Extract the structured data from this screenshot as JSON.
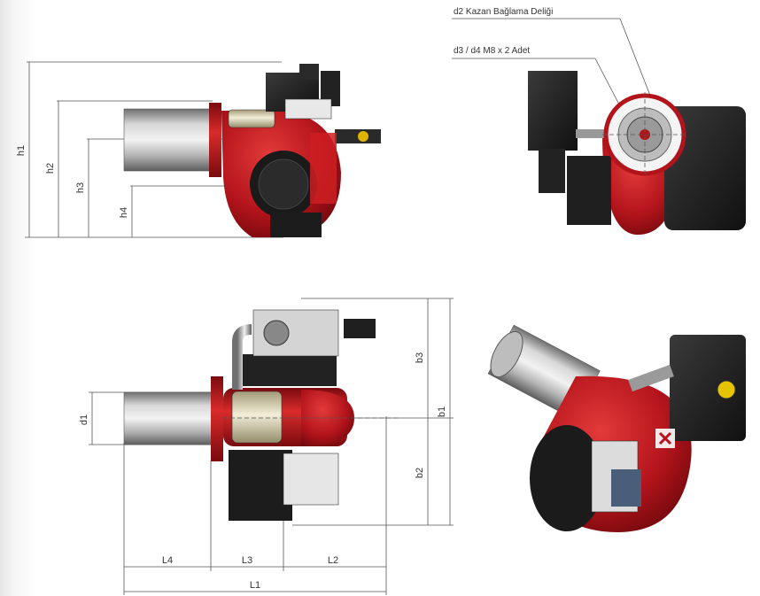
{
  "labels": {
    "h1": "h1",
    "h2": "h2",
    "h3": "h3",
    "h4": "h4",
    "d1": "d1",
    "b1": "b1",
    "b2": "b2",
    "b3": "b3",
    "L1": "L1",
    "L2": "L2",
    "L3": "L3",
    "L4": "L4"
  },
  "callouts": {
    "d2": "d2 Kazan Bağlama Deliği",
    "d3d4": "d3 / d4 M8 x 2 Adet"
  },
  "colors": {
    "burner_red": "#b3141b",
    "flame_tube": "#a9a9a9",
    "motor_black": "#1e1e1e",
    "dimension_line": "#555555"
  }
}
